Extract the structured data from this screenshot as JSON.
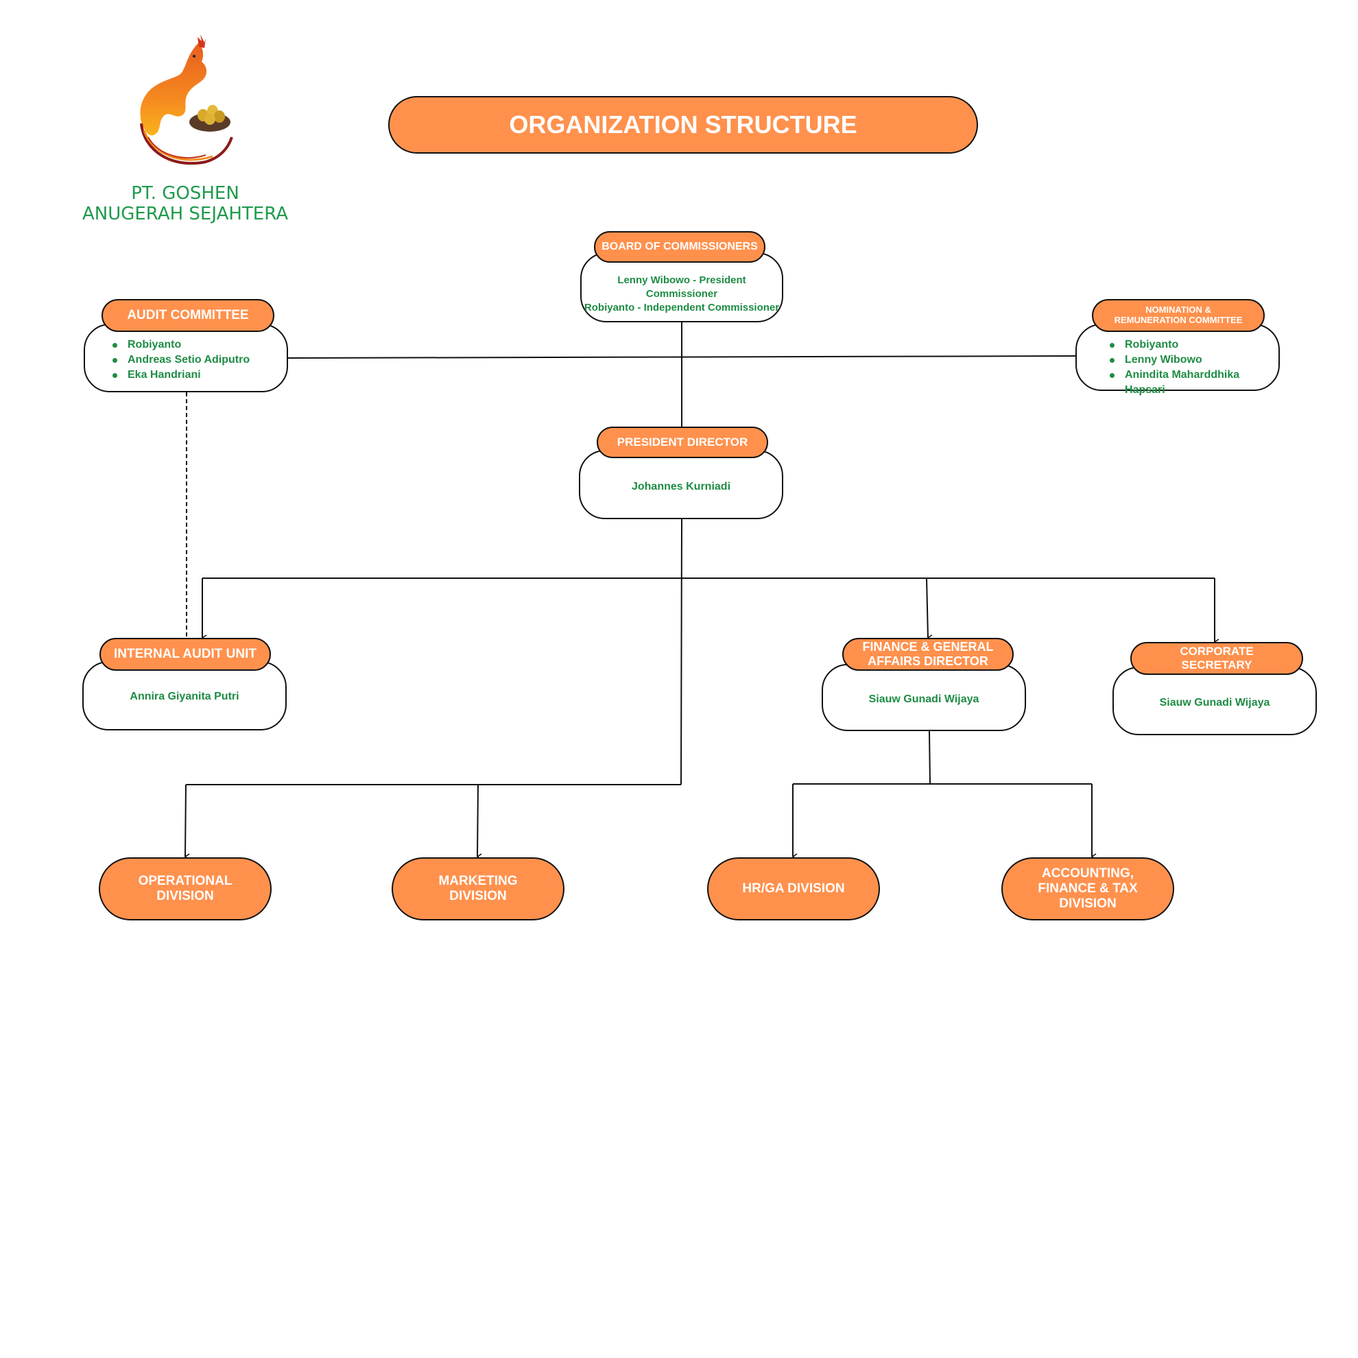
{
  "company": {
    "name_line1": "PT. GOSHEN",
    "name_line2": "ANUGERAH SEJAHTERA",
    "logo_icon": "rooster-with-golden-eggs-logo"
  },
  "title": "ORGANIZATION STRUCTURE",
  "colors": {
    "accent": "#ff914d",
    "name_text": "#1e8c44",
    "logo_text": "#1e9a4c",
    "line": "#111111"
  },
  "board": {
    "label": "BOARD OF COMMISSIONERS",
    "members": [
      "Lenny Wibowo - President Commissioner",
      "Robiyanto - Independent Commissioner"
    ]
  },
  "audit_committee": {
    "label": "AUDIT COMMITTEE",
    "members": [
      "Robiyanto",
      "Andreas Setio Adiputro",
      "Eka Handriani"
    ]
  },
  "nomination_committee": {
    "label_line1": "NOMINATION &",
    "label_line2": "REMUNERATION COMMITTEE",
    "members": [
      "Robiyanto",
      "Lenny Wibowo",
      "Anindita Maharddhika Hapsari"
    ]
  },
  "president_director": {
    "label": "PRESIDENT DIRECTOR",
    "name": "Johannes Kurniadi"
  },
  "internal_audit": {
    "label": "INTERNAL AUDIT UNIT",
    "name": "Annira Giyanita Putri"
  },
  "finance_director": {
    "label_line1": "FINANCE & GENERAL",
    "label_line2": "AFFAIRS DIRECTOR",
    "name": "Siauw Gunadi Wijaya"
  },
  "corporate_secretary": {
    "label_line1": "CORPORATE",
    "label_line2": "SECRETARY",
    "name": "Siauw Gunadi Wijaya"
  },
  "divisions": [
    {
      "line1": "OPERATIONAL",
      "line2": "DIVISION",
      "line3": ""
    },
    {
      "line1": "MARKETING",
      "line2": "DIVISION",
      "line3": ""
    },
    {
      "line1": "HR/GA DIVISION",
      "line2": "",
      "line3": ""
    },
    {
      "line1": "ACCOUNTING,",
      "line2": "FINANCE & TAX",
      "line3": "DIVISION"
    }
  ]
}
